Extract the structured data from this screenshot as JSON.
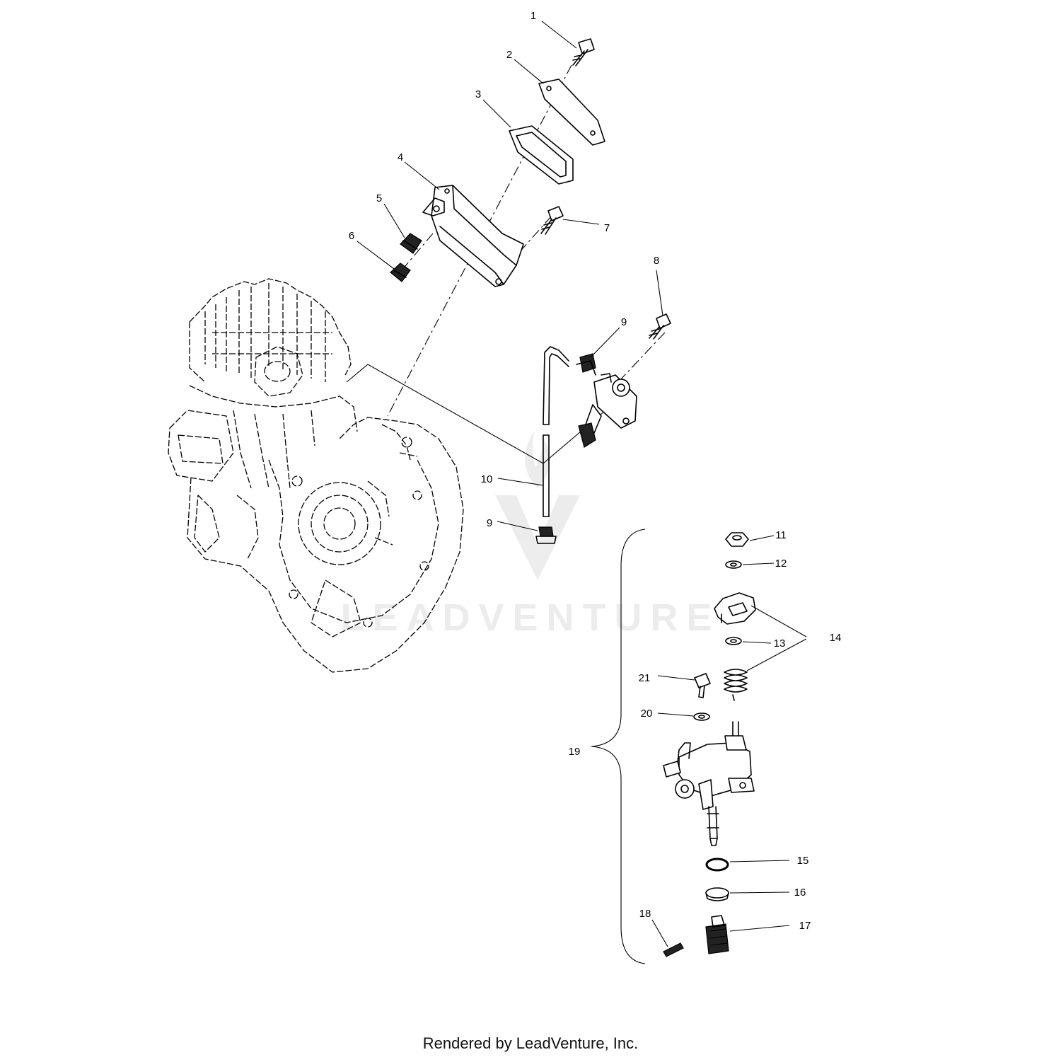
{
  "diagram": {
    "callouts": [
      {
        "id": "1",
        "label": "1"
      },
      {
        "id": "2",
        "label": "2"
      },
      {
        "id": "3",
        "label": "3"
      },
      {
        "id": "4",
        "label": "4"
      },
      {
        "id": "5",
        "label": "5"
      },
      {
        "id": "6",
        "label": "6"
      },
      {
        "id": "7",
        "label": "7"
      },
      {
        "id": "8",
        "label": "8"
      },
      {
        "id": "9a",
        "label": "9"
      },
      {
        "id": "10",
        "label": "10"
      },
      {
        "id": "9b",
        "label": "9"
      },
      {
        "id": "11",
        "label": "11"
      },
      {
        "id": "12",
        "label": "12"
      },
      {
        "id": "14",
        "label": "14"
      },
      {
        "id": "13",
        "label": "13"
      },
      {
        "id": "21",
        "label": "21"
      },
      {
        "id": "20",
        "label": "20"
      },
      {
        "id": "19",
        "label": "19"
      },
      {
        "id": "15",
        "label": "15"
      },
      {
        "id": "16",
        "label": "16"
      },
      {
        "id": "18",
        "label": "18"
      },
      {
        "id": "17",
        "label": "17"
      }
    ]
  },
  "watermark": {
    "text": "LEADVENTURE"
  },
  "footer": {
    "text": "Rendered by LeadVenture, Inc."
  }
}
